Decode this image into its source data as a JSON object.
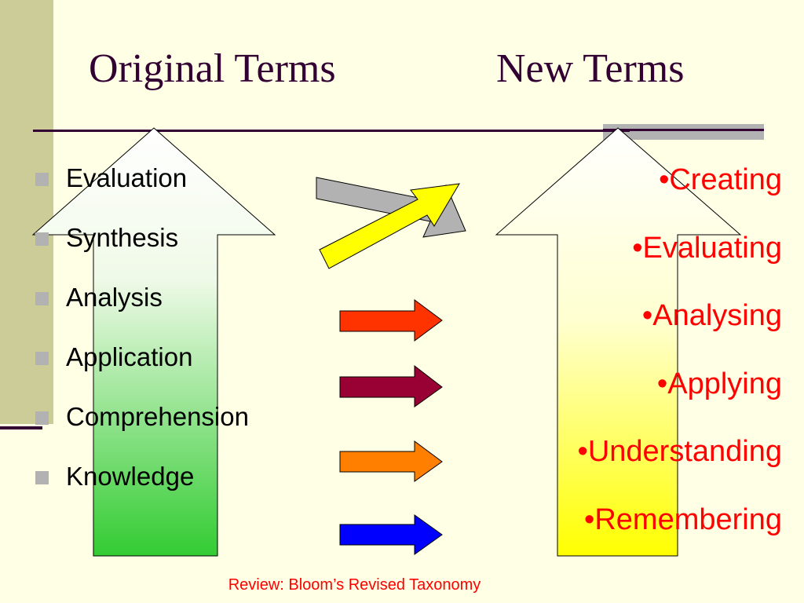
{
  "titles": {
    "original": "Original Terms",
    "new": "New Terms"
  },
  "original_terms": [
    "Evaluation",
    "Synthesis",
    "Analysis",
    "Application",
    "Comprehension",
    "Knowledge"
  ],
  "new_terms": [
    "•Creating",
    "•Evaluating",
    "•Analysing",
    "•Applying",
    "•Understanding",
    "•Remembering"
  ],
  "caption": "Review: Bloom’s Revised Taxonomy",
  "colors": {
    "background": "#FFFFE5",
    "title": "#330033",
    "new_terms": "#FF0000",
    "left_arrow_gradient": [
      "#FFFFFF",
      "#33CC33"
    ],
    "right_arrow_gradient": [
      "#FFFFFF",
      "#FFFF00"
    ],
    "crossed_arrow_gray": "#B2B2B2",
    "crossed_arrow_yellow": "#FFFF00",
    "mapping_arrows": [
      "#FF3300",
      "#990033",
      "#FF7F00",
      "#0000FF"
    ]
  }
}
